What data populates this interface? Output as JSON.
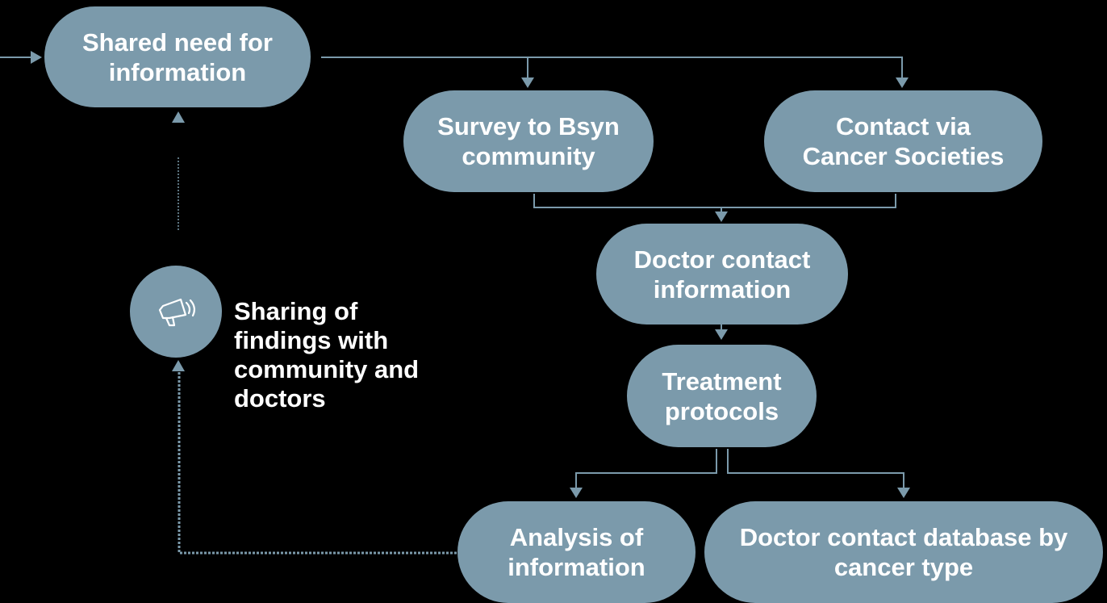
{
  "nodes": {
    "shared_need": "Shared need for\ninformation",
    "survey": "Survey to Bsyn\ncommunity",
    "contact_societies": "Contact via\nCancer Societies",
    "doctor_contact": "Doctor contact\ninformation",
    "treatment": "Treatment\nprotocols",
    "analysis": "Analysis of\ninformation",
    "database": "Doctor contact database by\ncancer type"
  },
  "sharing_caption": "Sharing of\nfindings with\ncommunity and\ndoctors",
  "icons": {
    "sharing": "megaphone-icon"
  },
  "colors": {
    "background": "#000000",
    "node_fill": "#7b9aab",
    "node_text": "#ffffff",
    "connector": "#7b9aab"
  }
}
